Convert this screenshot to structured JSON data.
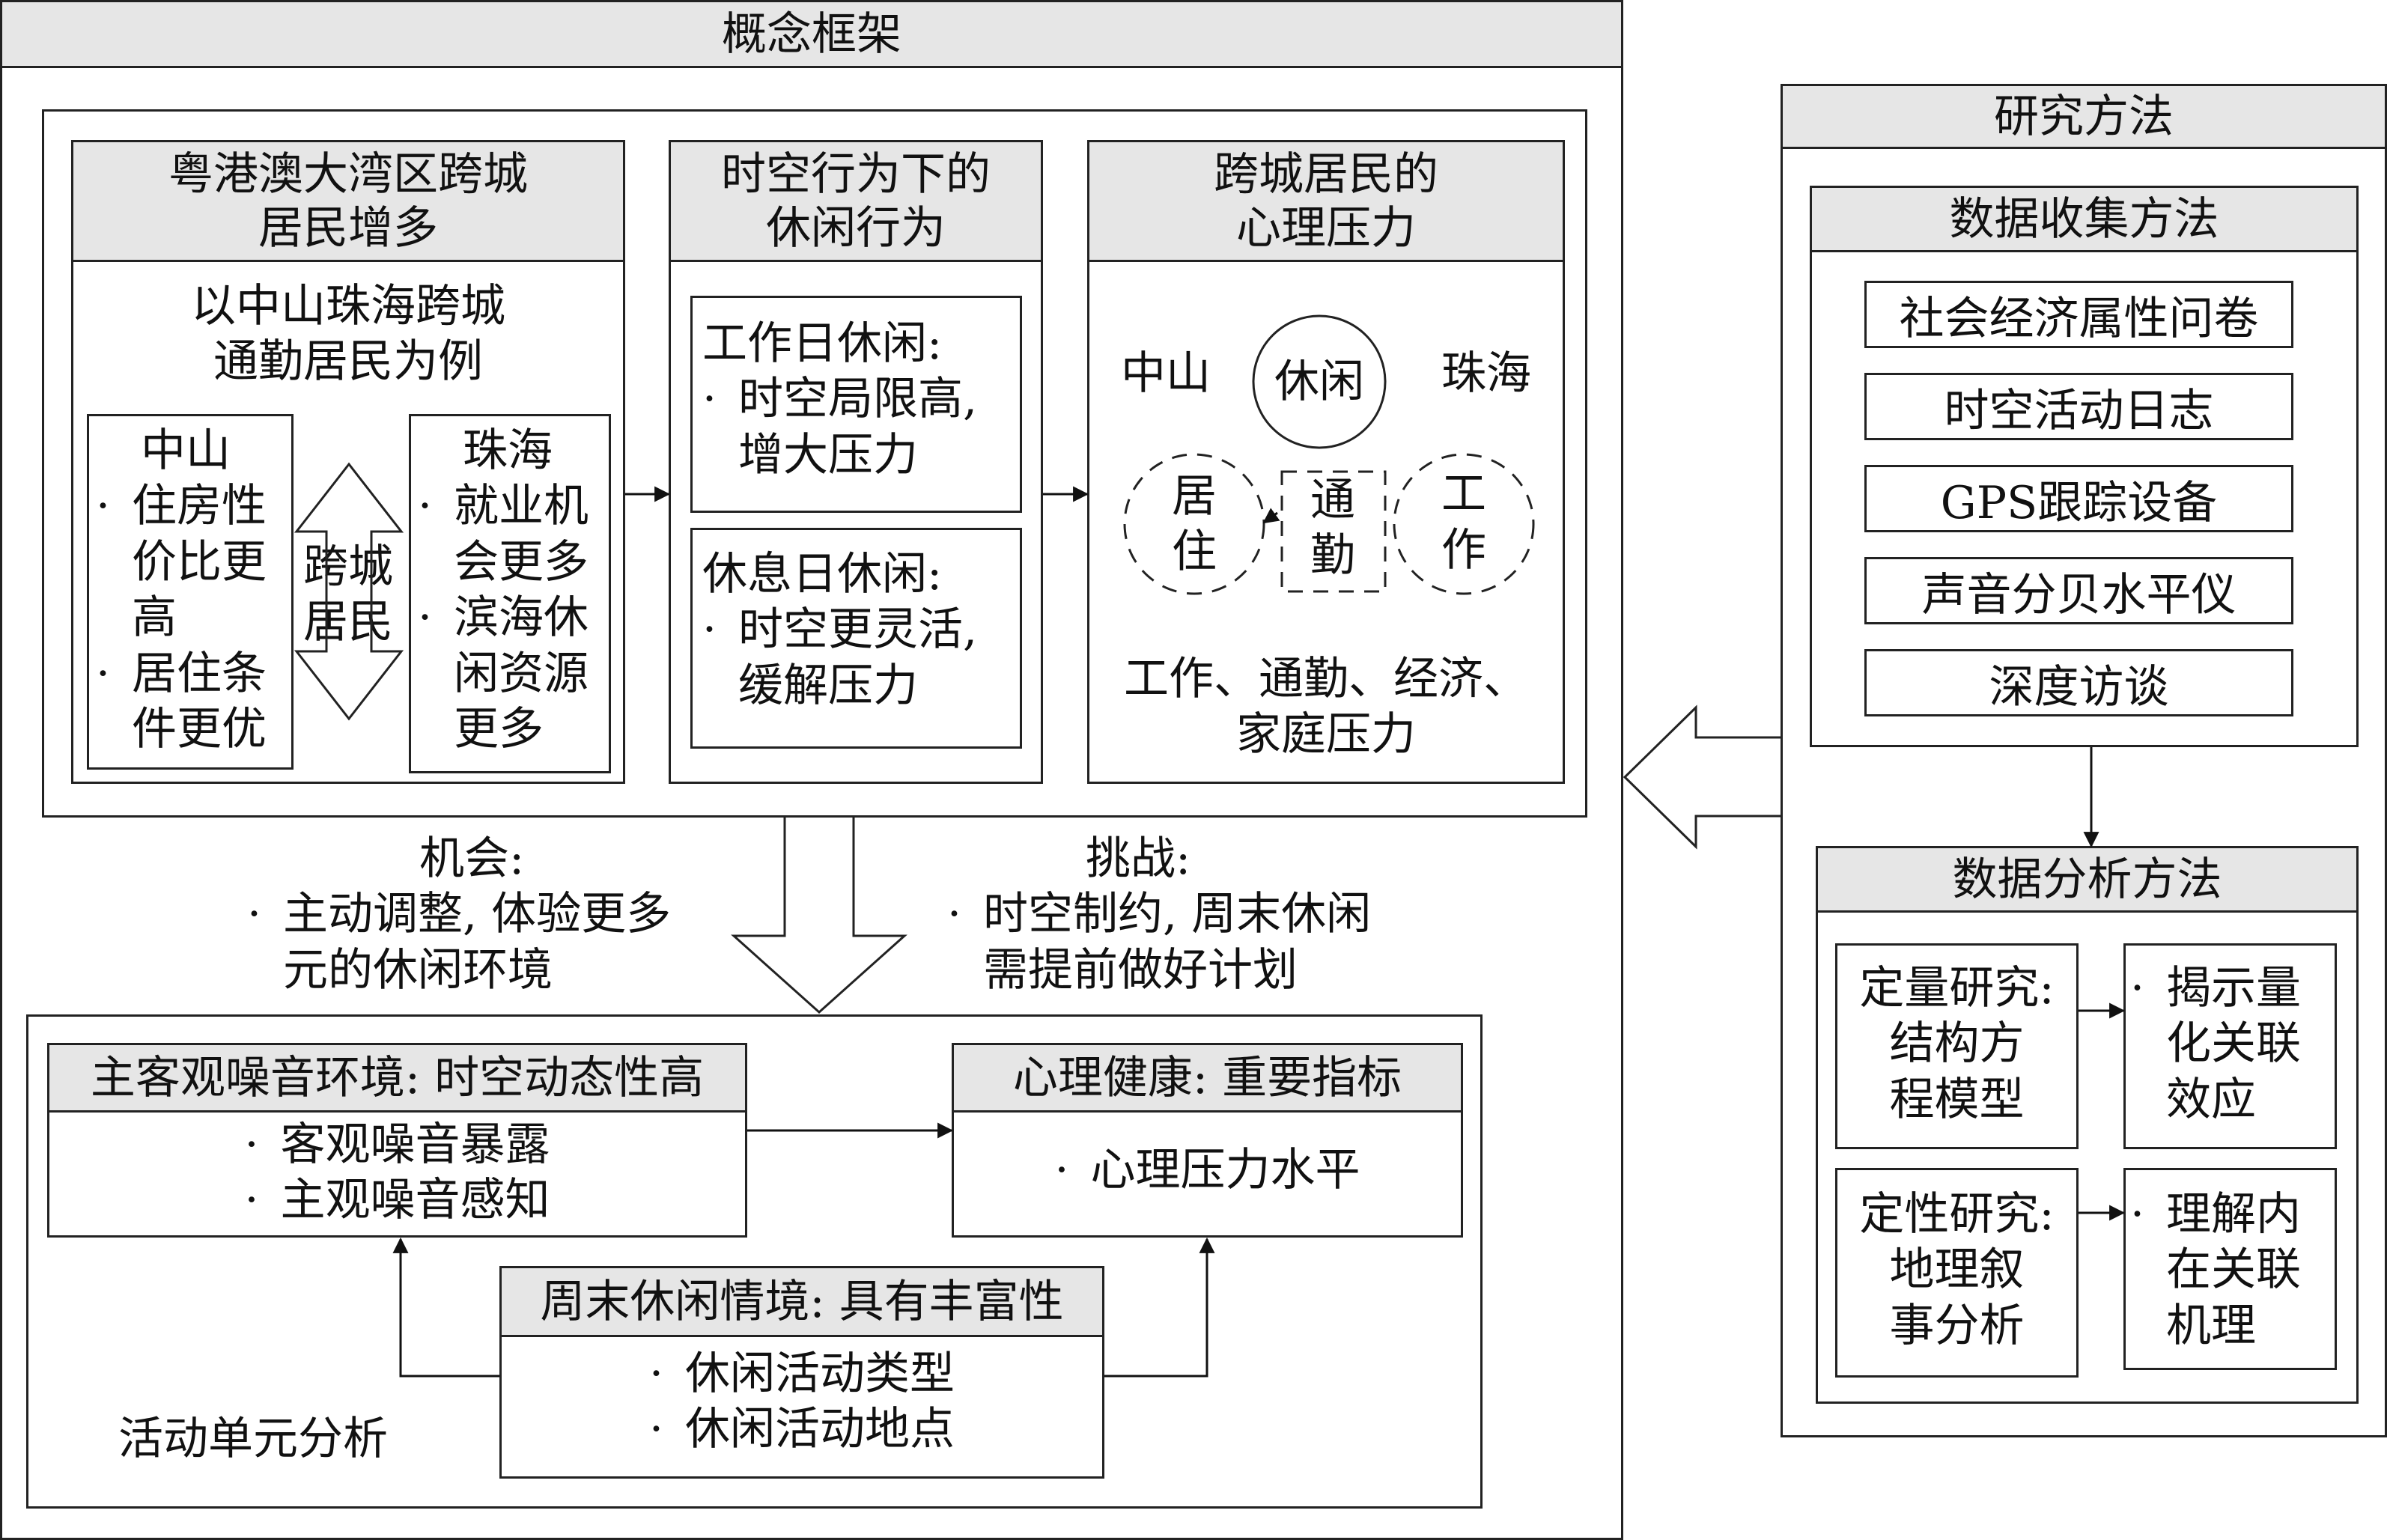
{
  "framework": {
    "title": "概念框架",
    "box1": {
      "title": [
        "粤港澳大湾区跨城",
        "居民增多"
      ],
      "subtitle": [
        "以中山珠海跨城",
        "通勤居民为例"
      ],
      "zhongshan": {
        "title": "中山",
        "items": [
          "住房性",
          "价比更",
          "高",
          "居住条",
          "件更优"
        ]
      },
      "middle": [
        "跨城",
        "居民"
      ],
      "zhuhai": {
        "title": "珠海",
        "items": [
          "就业机",
          "会更多",
          "滨海休",
          "闲资源",
          "更多"
        ]
      }
    },
    "box2": {
      "title": [
        "时空行为下的",
        "休闲行为"
      ],
      "workday": {
        "title": "工作日休闲:",
        "lines": [
          "时空局限高,",
          "增大压力"
        ]
      },
      "restday": {
        "title": "休息日休闲:",
        "lines": [
          "时空更灵活,",
          "缓解压力"
        ]
      }
    },
    "box3": {
      "title": [
        "跨城居民的",
        "心理压力"
      ],
      "left_city": "中山",
      "leisure": "休闲",
      "right_city": "珠海",
      "live": [
        "居",
        "住"
      ],
      "commute": [
        "通",
        "勤"
      ],
      "work": [
        "工",
        "作"
      ],
      "stress": [
        "工作、通勤、经济、",
        "家庭压力"
      ]
    },
    "opportunity": {
      "title": "机会:",
      "lines": [
        "主动调整, 体验更多",
        "元的休闲环境"
      ]
    },
    "challenge": {
      "title": "挑战:",
      "lines": [
        "时空制约, 周末休闲",
        "需提前做好计划"
      ]
    },
    "noise": {
      "title": "主客观噪音环境: 时空动态性高",
      "items": [
        "客观噪音暴露",
        "主观噪音感知"
      ]
    },
    "health": {
      "title": "心理健康: 重要指标",
      "items": [
        "心理压力水平"
      ]
    },
    "weekend": {
      "title": "周末休闲情境: 具有丰富性",
      "items": [
        "休闲活动类型",
        "休闲活动地点"
      ]
    },
    "unit_label": "活动单元分析",
    "bullet": "·"
  },
  "methods": {
    "title": "研究方法",
    "collection": {
      "title": "数据收集方法",
      "items": [
        "社会经济属性问卷",
        "时空活动日志",
        "GPS跟踪设备",
        "声音分贝水平仪",
        "深度访谈"
      ]
    },
    "analysis": {
      "title": "数据分析方法",
      "quant": [
        "定量研究:",
        "结构方",
        "程模型"
      ],
      "quant_result": [
        "揭示量",
        "化关联",
        "效应"
      ],
      "qual": [
        "定性研究:",
        "地理叙",
        "事分析"
      ],
      "qual_result": [
        "理解内",
        "在关联",
        "机理"
      ]
    }
  }
}
